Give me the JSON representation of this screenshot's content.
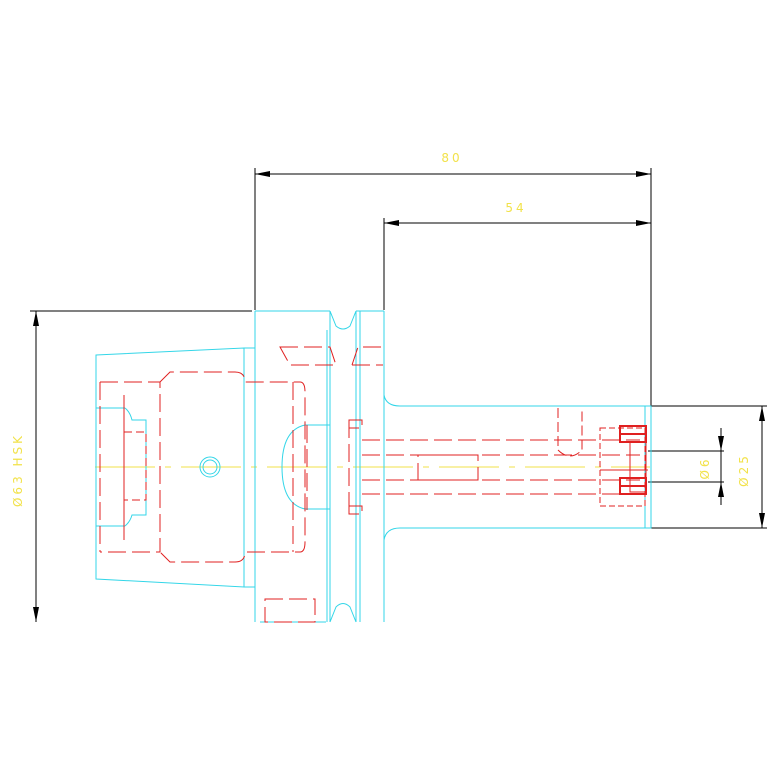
{
  "colors": {
    "background": "#ffffff",
    "outline": "#33d6e8",
    "hidden": "#e02020",
    "centerline": "#f2e24a",
    "dimension_line": "#000000",
    "dimension_text": "#f2e24a"
  },
  "dimensions": {
    "overall_length": "80",
    "shank_length": "54",
    "flange_diameter": "Ø63 HSK",
    "tip_diameter": "Ø25",
    "bore_diameter": "Ø6"
  }
}
